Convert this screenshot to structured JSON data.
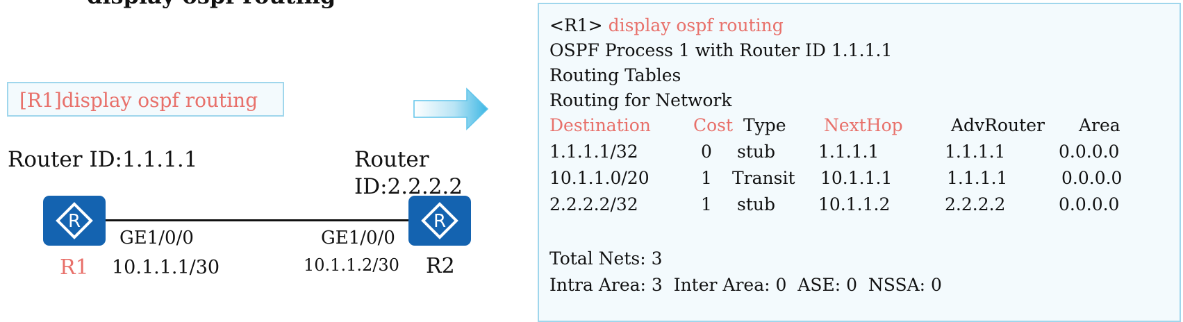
{
  "title": "display ospf routing",
  "colors": {
    "accent": "#e8706a",
    "box_border": "#9fd6ec",
    "box_fill": "#f3fafd",
    "router_fill": "#1463b0",
    "arrow": "#3db7e4"
  },
  "command_box": {
    "text": "[R1]display ospf routing"
  },
  "diagram": {
    "r1": {
      "name": "R1",
      "router_id": "Router ID:1.1.1.1",
      "port": "GE1/0/0",
      "ip": "10.1.1.1/30",
      "icon": "router-icon"
    },
    "r2": {
      "name": "R2",
      "router_id_line1": "Router",
      "router_id_line2": "ID:2.2.2.2",
      "port": "GE1/0/0",
      "ip": "10.1.1.2/30",
      "icon": "router-icon"
    },
    "arrow_icon": "right-arrow-icon"
  },
  "output": {
    "prompt": "<R1>",
    "command": " display ospf routing",
    "process_line": "OSPF Process 1 with Router ID 1.1.1.1",
    "tables_line": "Routing Tables",
    "network_line": "Routing for Network",
    "headers": {
      "destination": "Destination",
      "cost": "Cost",
      "type": "Type",
      "nexthop": "NextHop",
      "advrouter": "AdvRouter",
      "area": "Area"
    },
    "rows": [
      {
        "destination": "1.1.1.1/32",
        "cost": "0",
        "type": "stub",
        "nexthop": "1.1.1.1",
        "advrouter": "1.1.1.1",
        "area": "0.0.0.0"
      },
      {
        "destination": "10.1.1.0/20",
        "cost": "1",
        "type": "Transit",
        "nexthop": "10.1.1.1",
        "advrouter": "1.1.1.1",
        "area": "0.0.0.0"
      },
      {
        "destination": "2.2.2.2/32",
        "cost": "1",
        "type": "stub",
        "nexthop": "10.1.1.2",
        "advrouter": "2.2.2.2",
        "area": "0.0.0.0"
      }
    ],
    "total_nets": "Total Nets: 3",
    "summary": "Intra Area: 3  Inter Area: 0  ASE: 0  NSSA: 0"
  }
}
